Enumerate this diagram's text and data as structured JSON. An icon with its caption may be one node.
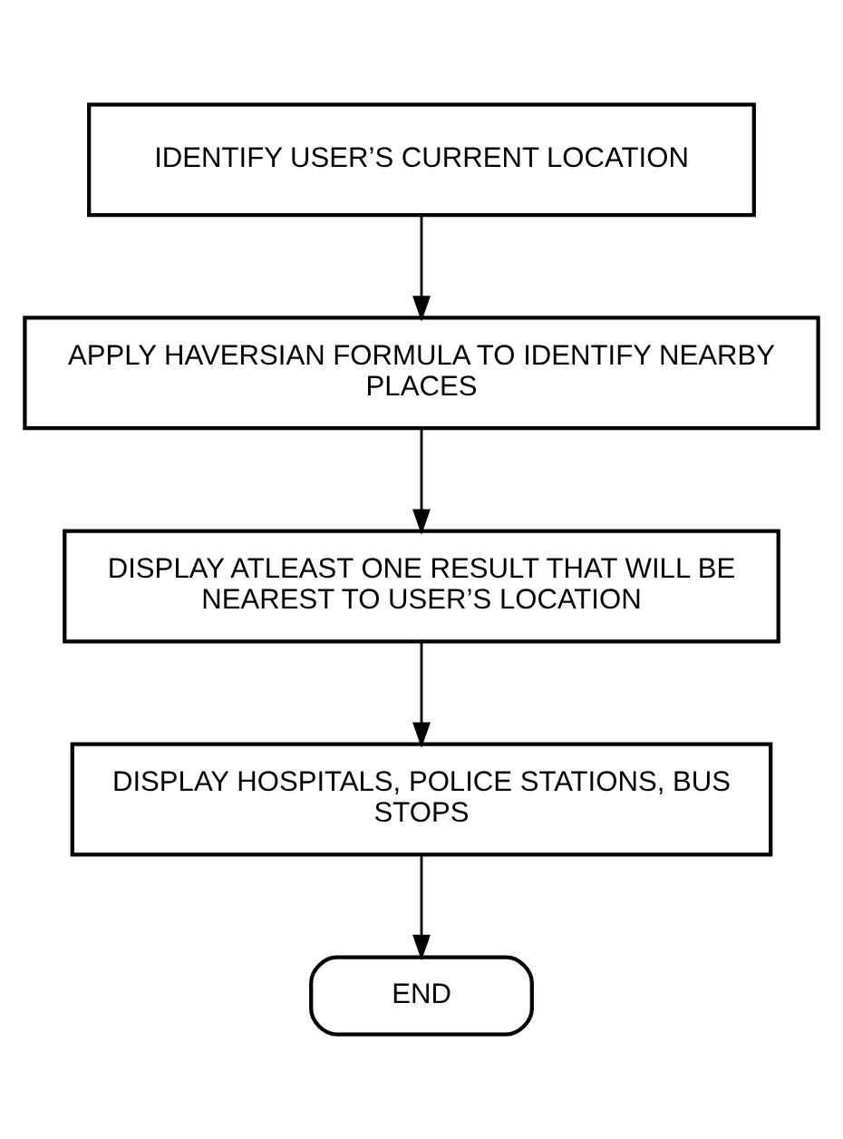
{
  "diagram": {
    "nodes": [
      {
        "text": [
          "IDENTIFY USER’S CURRENT LOCATION"
        ]
      },
      {
        "text": [
          "APPLY HAVERSIAN FORMULA TO IDENTIFY NEARBY PLACES"
        ]
      },
      {
        "text": [
          "DISPLAY ATLEAST ONE RESULT THAT WILL BE NEAREST TO USER’S LOCATION"
        ]
      },
      {
        "text": [
          "DISPLAY HOSPITALS, POLICE STATIONS, BUS STOPS"
        ]
      },
      {
        "text": [
          "END"
        ]
      }
    ],
    "edges": [
      {
        "from": 0,
        "to": 1,
        "arrow": "to"
      },
      {
        "from": 1,
        "to": 2,
        "arrow": "to"
      },
      {
        "from": 2,
        "to": 3,
        "arrow": "to"
      },
      {
        "from": 3,
        "to": 4,
        "arrow": "to"
      }
    ]
  }
}
